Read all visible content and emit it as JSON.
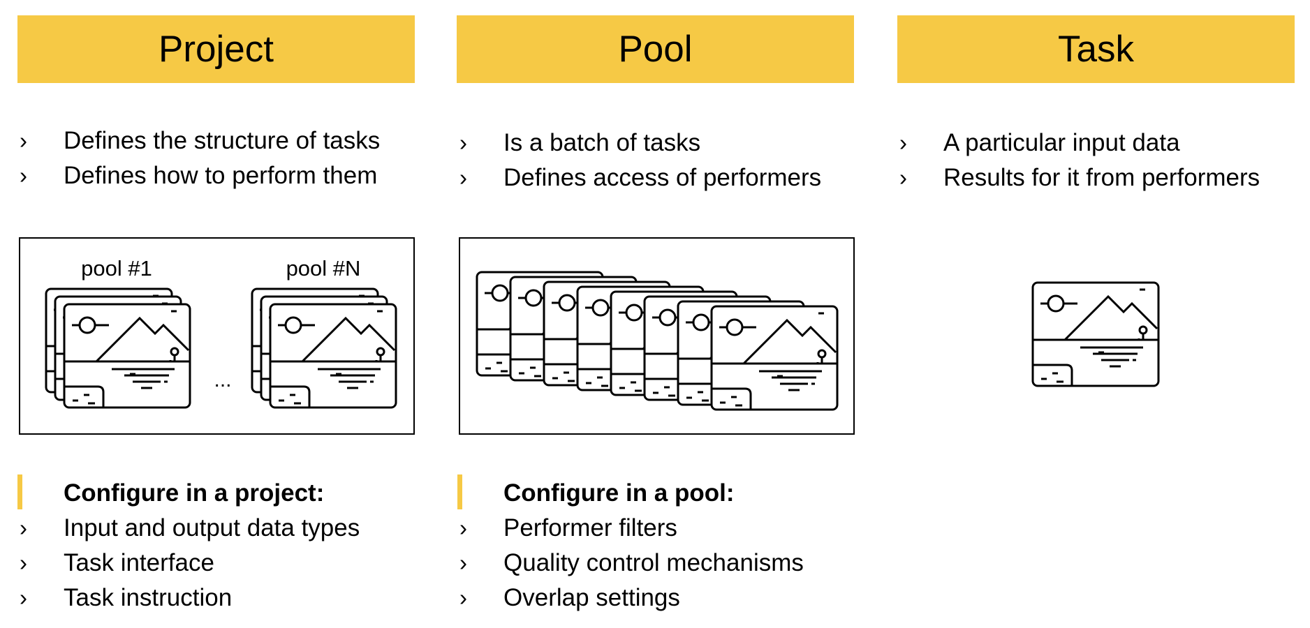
{
  "columns": [
    {
      "header": "Project",
      "bullets": [
        "Defines the structure of tasks",
        "Defines how to perform them"
      ],
      "config_title": "Configure in a project:",
      "config_items": [
        "Input and output data types",
        "Task interface",
        "Task instruction"
      ]
    },
    {
      "header": "Pool",
      "bullets": [
        "Is a batch of tasks",
        "Defines access of performers"
      ],
      "config_title": "Configure in a pool:",
      "config_items": [
        "Performer filters",
        "Quality control mechanisms",
        "Overlap settings"
      ]
    },
    {
      "header": "Task",
      "bullets": [
        "A particular input data",
        "Results for it from performers"
      ]
    }
  ],
  "project_illustration": {
    "pool_first_label": "pool #1",
    "pool_last_label": "pool #N",
    "ellipsis": "..."
  },
  "bullet_glyph": "›",
  "colors": {
    "accent": "#F6C945",
    "ink": "#000000"
  },
  "icons": [
    "picture-card-icon"
  ]
}
